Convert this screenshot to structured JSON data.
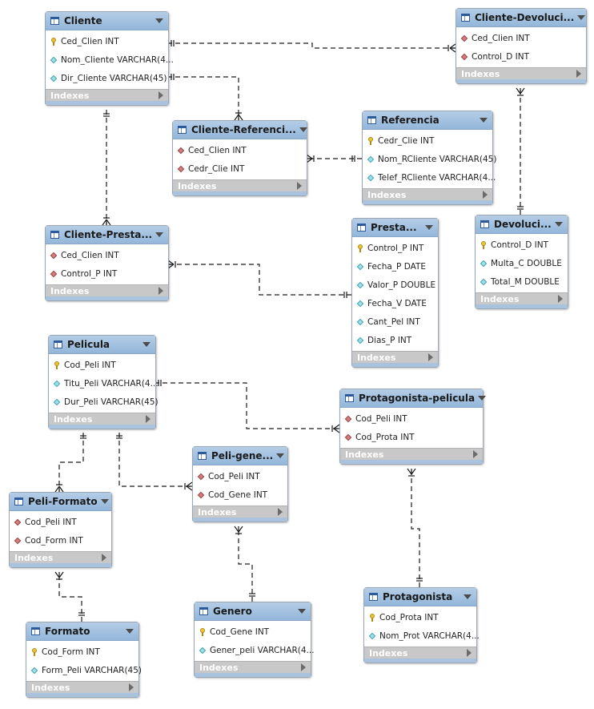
{
  "diagram": {
    "indexes_label": "Indexes",
    "tables": [
      {
        "id": "cliente",
        "title": "Cliente",
        "fields": [
          {
            "text": "Ced_Clien INT",
            "kind": "pk"
          },
          {
            "text": "Nom_Cliente VARCHAR(4...",
            "kind": "col"
          },
          {
            "text": "Dir_Cliente VARCHAR(45)",
            "kind": "col"
          }
        ]
      },
      {
        "id": "cliente-devolucion",
        "title": "Cliente-Devoluci...",
        "fields": [
          {
            "text": "Ced_Clien INT",
            "kind": "fk"
          },
          {
            "text": "Control_D INT",
            "kind": "fk"
          }
        ]
      },
      {
        "id": "cliente-referencia",
        "title": "Cliente-Referenci...",
        "fields": [
          {
            "text": "Ced_Clien INT",
            "kind": "fk"
          },
          {
            "text": "Cedr_Clie INT",
            "kind": "fk"
          }
        ]
      },
      {
        "id": "referencia",
        "title": "Referencia",
        "fields": [
          {
            "text": "Cedr_Clie INT",
            "kind": "pk"
          },
          {
            "text": "Nom_RCliente VARCHAR(45)",
            "kind": "col"
          },
          {
            "text": "Telef_RCliente VARCHAR(4...",
            "kind": "col"
          }
        ]
      },
      {
        "id": "cliente-prestamo",
        "title": "Cliente-Presta...",
        "fields": [
          {
            "text": "Ced_Clien INT",
            "kind": "fk"
          },
          {
            "text": "Control_P INT",
            "kind": "fk"
          }
        ]
      },
      {
        "id": "prestamo",
        "title": "Presta...",
        "fields": [
          {
            "text": "Control_P INT",
            "kind": "pk"
          },
          {
            "text": "Fecha_P DATE",
            "kind": "col"
          },
          {
            "text": "Valor_P DOUBLE",
            "kind": "col"
          },
          {
            "text": "Fecha_V DATE",
            "kind": "col"
          },
          {
            "text": "Cant_Pel INT",
            "kind": "col"
          },
          {
            "text": "Dias_P INT",
            "kind": "col"
          }
        ]
      },
      {
        "id": "devolucion",
        "title": "Devoluci...",
        "fields": [
          {
            "text": "Control_D INT",
            "kind": "pk"
          },
          {
            "text": "Multa_C DOUBLE",
            "kind": "col"
          },
          {
            "text": "Total_M DOUBLE",
            "kind": "col"
          }
        ]
      },
      {
        "id": "pelicula",
        "title": "Pelicula",
        "fields": [
          {
            "text": "Cod_Peli INT",
            "kind": "pk"
          },
          {
            "text": "Titu_Peli VARCHAR(4...",
            "kind": "col"
          },
          {
            "text": "Dur_Peli VARCHAR(45)",
            "kind": "col"
          }
        ]
      },
      {
        "id": "protagonista-pelicula",
        "title": "Protagonista-pelicula",
        "fields": [
          {
            "text": "Cod_Peli INT",
            "kind": "fk"
          },
          {
            "text": "Cod_Prota INT",
            "kind": "fk"
          }
        ]
      },
      {
        "id": "peli-genero",
        "title": "Peli-gene...",
        "fields": [
          {
            "text": "Cod_Peli INT",
            "kind": "fk"
          },
          {
            "text": "Cod_Gene INT",
            "kind": "fk"
          }
        ]
      },
      {
        "id": "peli-formato",
        "title": "Peli-Formato",
        "fields": [
          {
            "text": "Cod_Peli INT",
            "kind": "fk"
          },
          {
            "text": "Cod_Form INT",
            "kind": "fk"
          }
        ]
      },
      {
        "id": "formato",
        "title": "Formato",
        "fields": [
          {
            "text": "Cod_Form INT",
            "kind": "pk"
          },
          {
            "text": "Form_Peli VARCHAR(45)",
            "kind": "col"
          }
        ]
      },
      {
        "id": "genero",
        "title": "Genero",
        "fields": [
          {
            "text": "Cod_Gene INT",
            "kind": "pk"
          },
          {
            "text": "Gener_peli VARCHAR(4...",
            "kind": "col"
          }
        ]
      },
      {
        "id": "protagonista",
        "title": "Protagonista",
        "fields": [
          {
            "text": "Cod_Prota INT",
            "kind": "pk"
          },
          {
            "text": "Nom_Prot VARCHAR(4...",
            "kind": "col"
          }
        ]
      }
    ]
  }
}
